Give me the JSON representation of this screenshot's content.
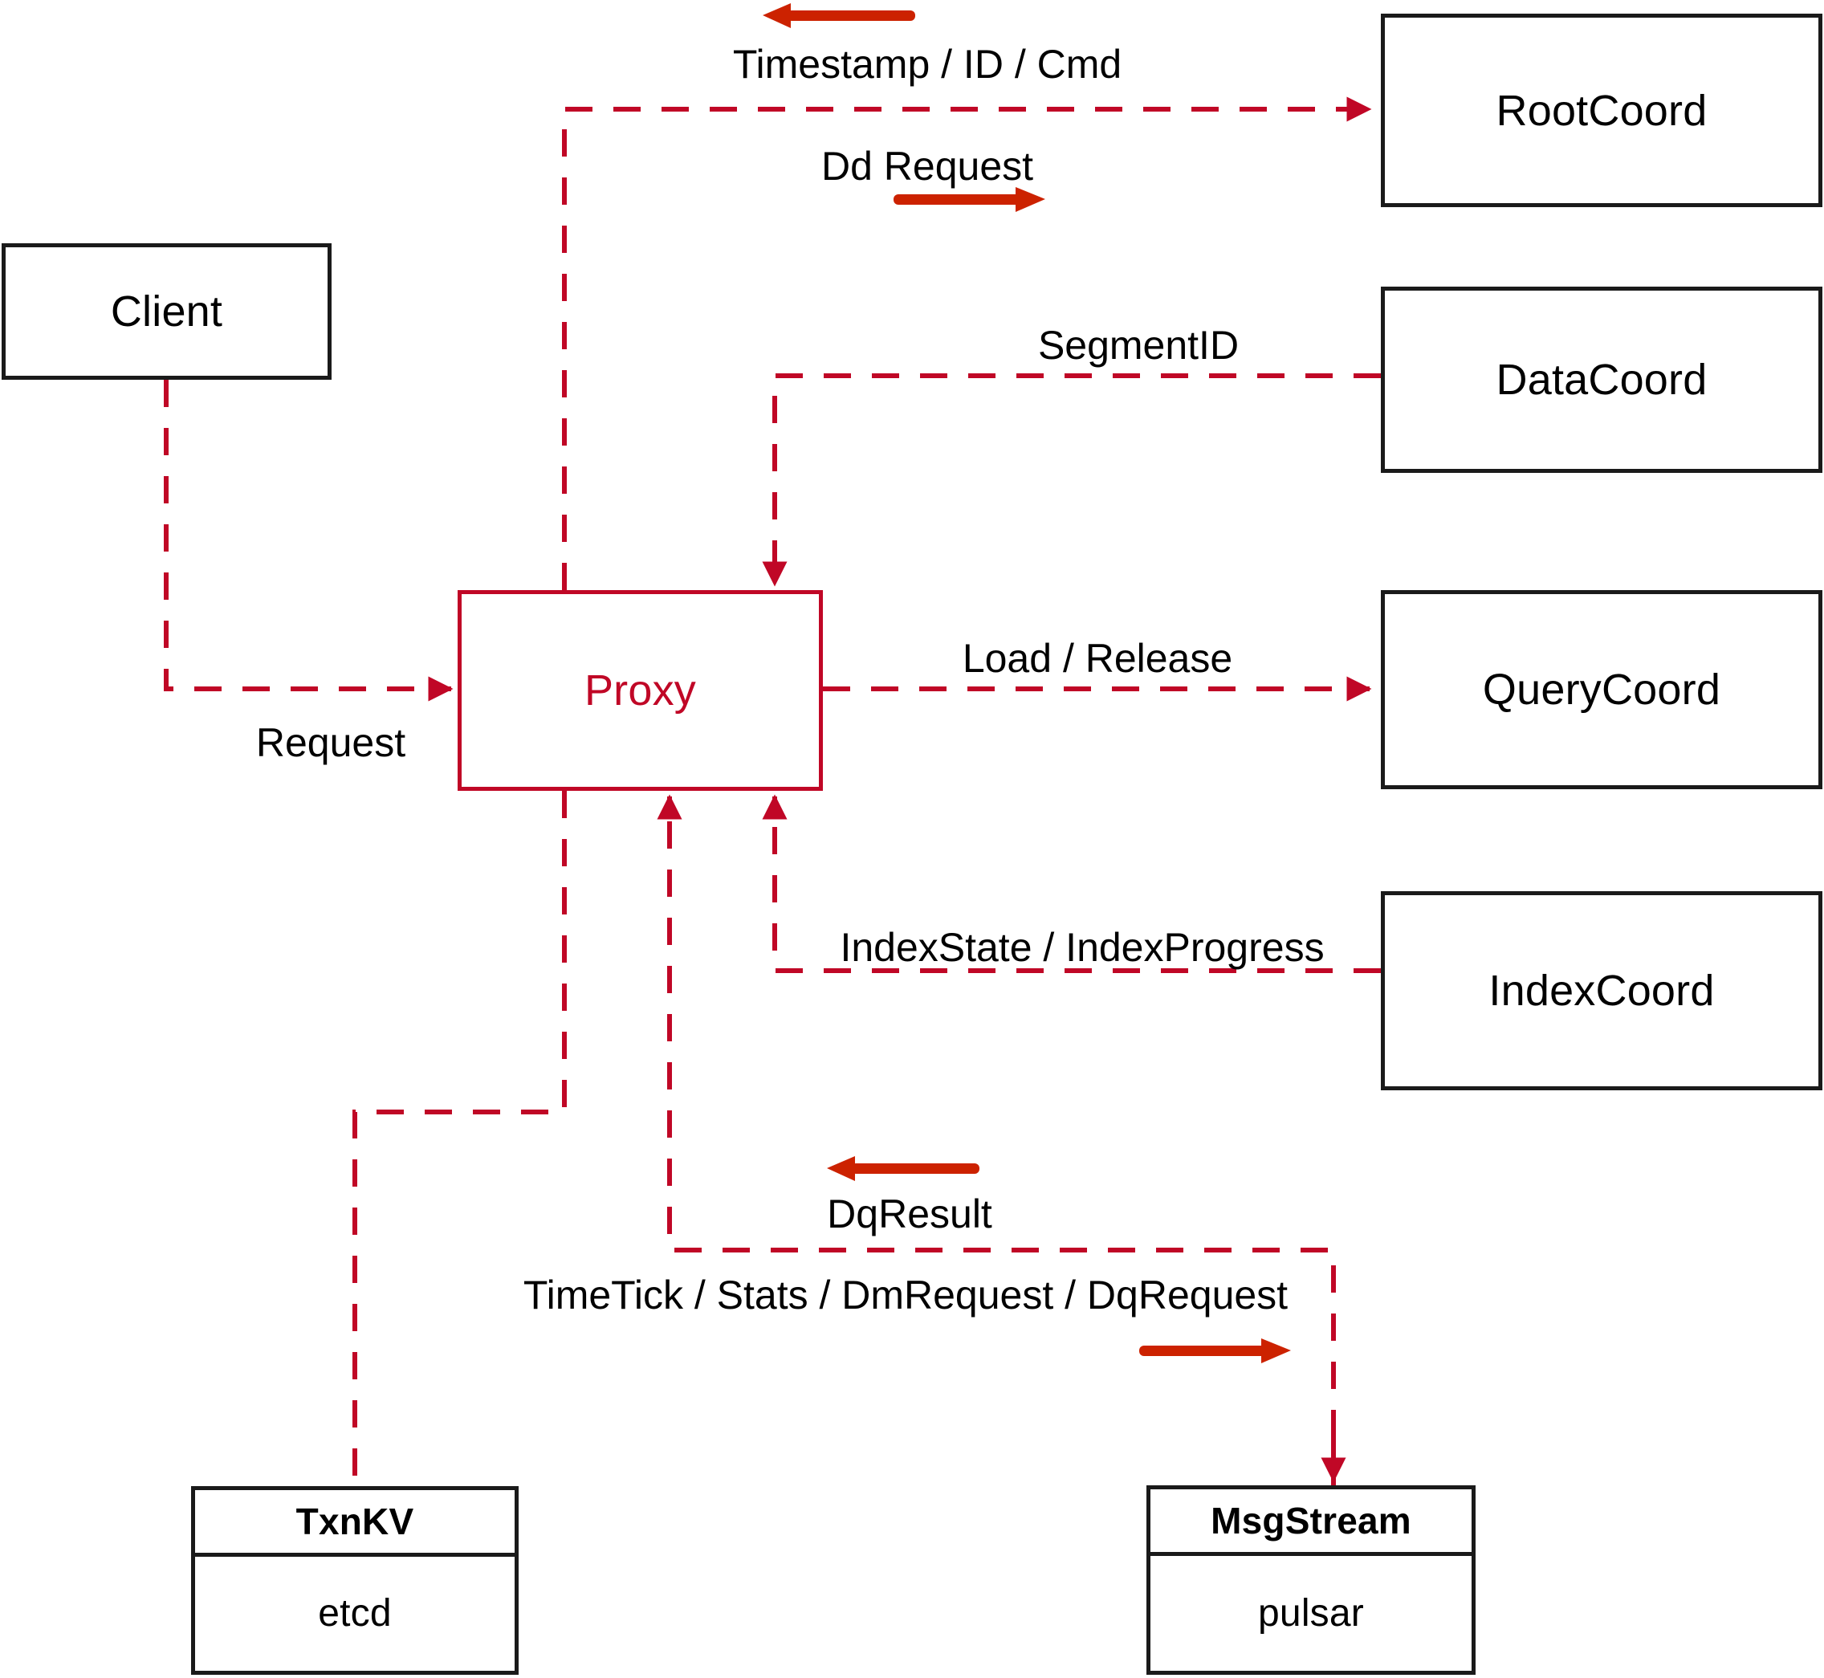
{
  "diagram": {
    "title": "Milvus Proxy interaction diagram",
    "accent_color": "#c00726",
    "annotation_arrow_color": "#cc2200",
    "node_border_color": "#1a1a1a",
    "background_color": "#ffffff"
  },
  "nodes": {
    "client": {
      "label": "Client"
    },
    "proxy": {
      "label": "Proxy"
    },
    "root_coord": {
      "label": "RootCoord"
    },
    "data_coord": {
      "label": "DataCoord"
    },
    "query_coord": {
      "label": "QueryCoord"
    },
    "index_coord": {
      "label": "IndexCoord"
    },
    "txnkv": {
      "header": "TxnKV",
      "body": "etcd"
    },
    "msgstream": {
      "header": "MsgStream",
      "body": "pulsar"
    }
  },
  "edge_labels": {
    "timestamp_id_cmd": "Timestamp / ID / Cmd",
    "dd_request": "Dd Request",
    "segment_id": "SegmentID",
    "request": "Request",
    "load_release": "Load / Release",
    "index_state_progress": "IndexState / IndexProgress",
    "dq_result": "DqResult",
    "timetick_stats": "TimeTick / Stats / DmRequest / DqRequest"
  },
  "edges": [
    {
      "name": "proxy-to-rootcoord",
      "from": "proxy",
      "to": "root_coord",
      "label": "Dd Request",
      "style": "dashed"
    },
    {
      "name": "rootcoord-to-proxy",
      "from": "root_coord",
      "to": "proxy",
      "label": "Timestamp / ID / Cmd",
      "style": "dashed"
    },
    {
      "name": "datacoord-to-proxy",
      "from": "data_coord",
      "to": "proxy",
      "label": "SegmentID",
      "style": "dashed"
    },
    {
      "name": "client-to-proxy",
      "from": "client",
      "to": "proxy",
      "label": "Request",
      "style": "dashed"
    },
    {
      "name": "proxy-to-querycoord",
      "from": "proxy",
      "to": "query_coord",
      "label": "Load / Release",
      "style": "dashed"
    },
    {
      "name": "indexcoord-to-proxy",
      "from": "index_coord",
      "to": "proxy",
      "label": "IndexState / IndexProgress",
      "style": "dashed"
    },
    {
      "name": "proxy-to-txnkv",
      "from": "proxy",
      "to": "txnkv",
      "label": "",
      "style": "dashed"
    },
    {
      "name": "proxy-to-msgstream",
      "from": "proxy",
      "to": "msgstream",
      "label": "TimeTick / Stats / DmRequest / DqRequest",
      "style": "dashed"
    },
    {
      "name": "msgstream-to-proxy",
      "from": "msgstream",
      "to": "proxy",
      "label": "DqResult",
      "style": "dashed"
    }
  ]
}
